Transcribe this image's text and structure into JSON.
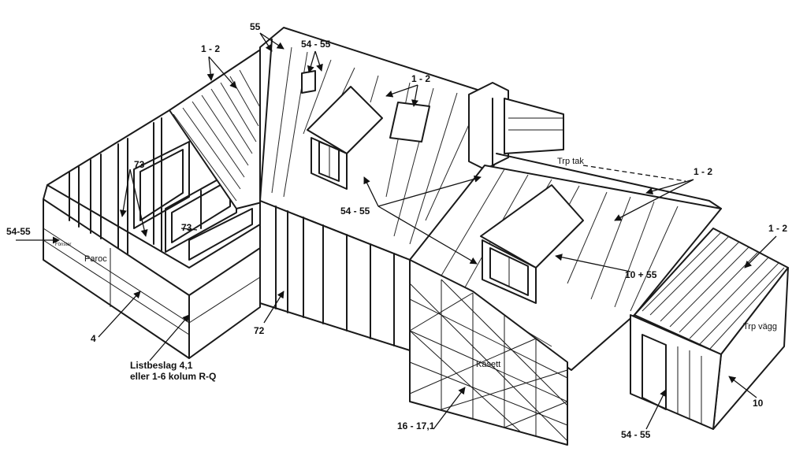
{
  "labels": {
    "l_55": "55",
    "l_1_2_a": "1 - 2",
    "l_54_55_a": "54 - 55",
    "l_1_2_b": "1 - 2",
    "l_trp_tak": "Trp tak",
    "l_1_2_c": "1 - 2",
    "l_1_2_d": "1 - 2",
    "l_54_55_left": "54-55",
    "l_fonster": "Fönster",
    "l_paroc": "Paroc",
    "l_73_a": "73",
    "l_73_b": "73",
    "l_54_55_b": "54 - 55",
    "l_10_55": "10 + 55",
    "l_trp_vagg": "Trp vägg",
    "l_4": "4",
    "l_listbeslag_1": "Listbeslag 4,1",
    "l_listbeslag_2": "eller 1-6 kolum R-Q",
    "l_72": "72",
    "l_kasett": "Kasett",
    "l_16_17": "16 - 17,1",
    "l_54_55_c": "54 - 55",
    "l_10": "10"
  }
}
